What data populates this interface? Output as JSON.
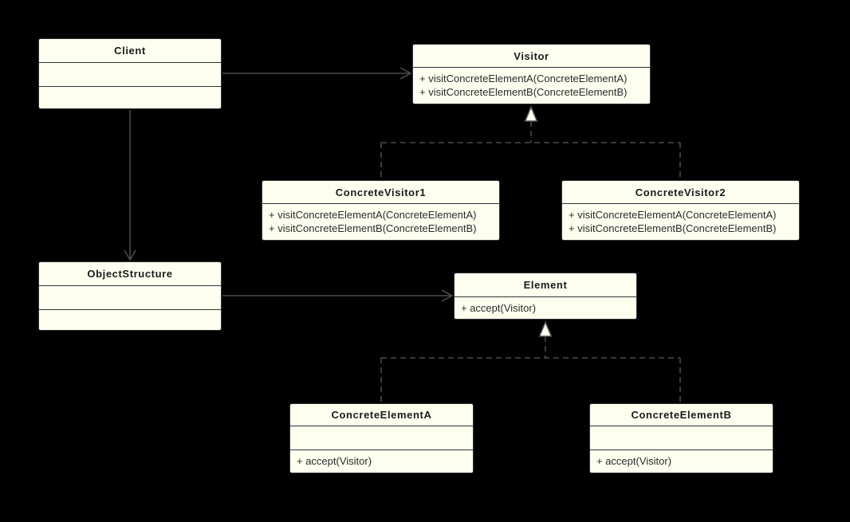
{
  "colors": {
    "background": "#000000",
    "class_fill": "#fffff0",
    "class_border": "#333333",
    "relationship_line": "#4a4a4a",
    "text": "#222222",
    "triangle_fill": "#fffff0"
  },
  "classes": {
    "client": {
      "title": "Client"
    },
    "visitor": {
      "title": "Visitor",
      "methods": [
        "+ visitConcreteElementA(ConcreteElementA)",
        "+ visitConcreteElementB(ConcreteElementB)"
      ]
    },
    "concreteVisitor1": {
      "title": "ConcreteVisitor1",
      "methods": [
        "+ visitConcreteElementA(ConcreteElementA)",
        "+ visitConcreteElementB(ConcreteElementB)"
      ]
    },
    "concreteVisitor2": {
      "title": "ConcreteVisitor2",
      "methods": [
        "+ visitConcreteElementA(ConcreteElementA)",
        "+ visitConcreteElementB(ConcreteElementB)"
      ]
    },
    "objectStructure": {
      "title": "ObjectStructure"
    },
    "element": {
      "title": "Element",
      "methods": [
        "+ accept(Visitor)"
      ]
    },
    "concreteElementA": {
      "title": "ConcreteElementA",
      "methods": [
        "+ accept(Visitor)"
      ]
    },
    "concreteElementB": {
      "title": "ConcreteElementB",
      "methods": [
        "+ accept(Visitor)"
      ]
    }
  },
  "relationships": [
    {
      "from": "Client",
      "to": "Visitor",
      "type": "association",
      "line": "solid",
      "arrowhead": "open"
    },
    {
      "from": "Client",
      "to": "ObjectStructure",
      "type": "association",
      "line": "solid",
      "arrowhead": "open"
    },
    {
      "from": "ObjectStructure",
      "to": "Element",
      "type": "association",
      "line": "solid",
      "arrowhead": "open"
    },
    {
      "from": "ConcreteVisitor1",
      "to": "Visitor",
      "type": "realization",
      "line": "dashed",
      "arrowhead": "hollow-triangle"
    },
    {
      "from": "ConcreteVisitor2",
      "to": "Visitor",
      "type": "realization",
      "line": "dashed",
      "arrowhead": "hollow-triangle"
    },
    {
      "from": "ConcreteElementA",
      "to": "Element",
      "type": "realization",
      "line": "dashed",
      "arrowhead": "hollow-triangle"
    },
    {
      "from": "ConcreteElementB",
      "to": "Element",
      "type": "realization",
      "line": "dashed",
      "arrowhead": "hollow-triangle"
    }
  ]
}
